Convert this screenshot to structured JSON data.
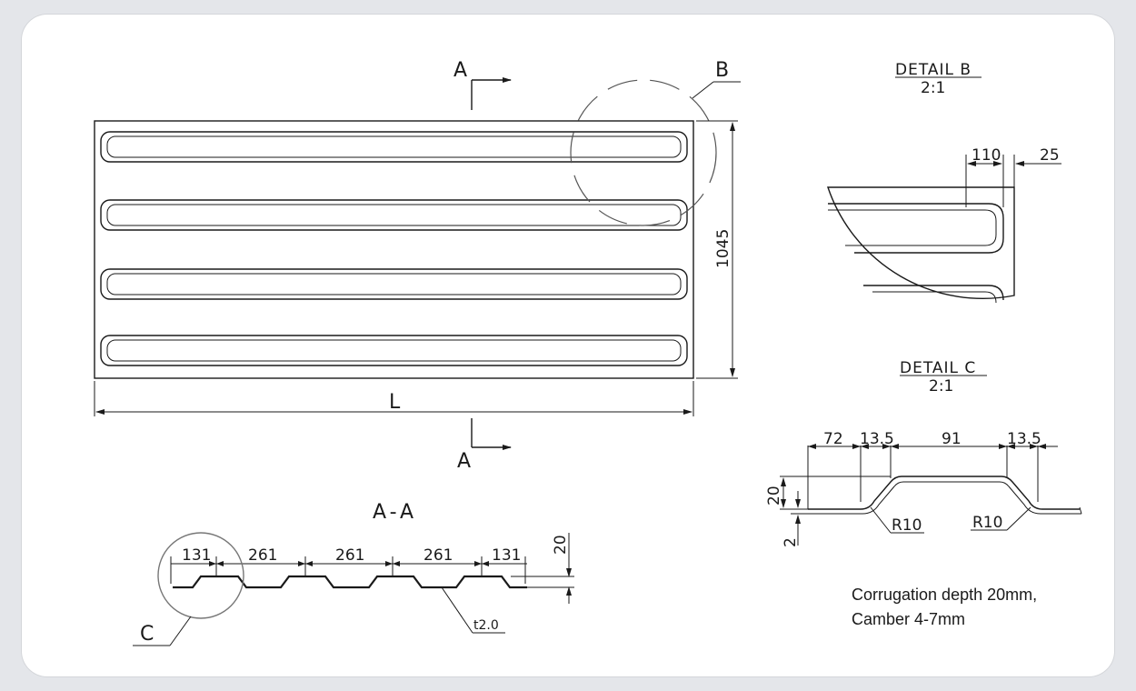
{
  "main_view": {
    "section_mark": "A",
    "detail_mark": "B",
    "height_dim": "1045",
    "length_dim": "L",
    "groove_count": 4
  },
  "section_aa": {
    "title": "A-A",
    "dims": [
      "131",
      "261",
      "261",
      "261",
      "131"
    ],
    "height_dim": "20",
    "thickness": "t2.0",
    "detail_mark": "C"
  },
  "detail_b": {
    "title": "DETAIL B",
    "scale": "2:1",
    "dims": [
      "110",
      "25"
    ]
  },
  "detail_c": {
    "title": "DETAIL C",
    "scale": "2:1",
    "dims": [
      "72",
      "13.5",
      "91",
      "13.5"
    ],
    "height_dim": "20",
    "thickness_dim": "2",
    "radius_left": "R10",
    "radius_right": "R10"
  },
  "note": {
    "line1": "Corrugation depth 20mm,",
    "line2": "Camber 4-7mm"
  }
}
